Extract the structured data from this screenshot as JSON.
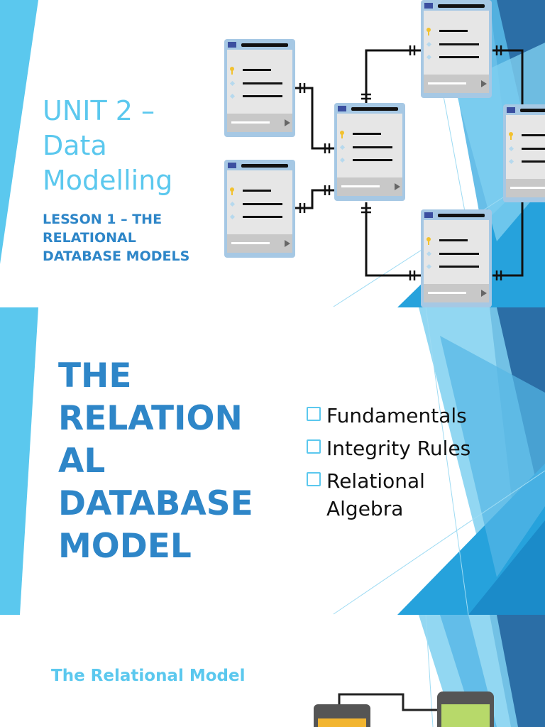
{
  "slide1": {
    "title": "UNIT 2 – Data Modelling",
    "subtitle": "LESSON 1 – THE RELATIONAL DATABASE MODELS",
    "diagram_icon": "er-diagram-tables-icon"
  },
  "slide2": {
    "title": "THE RELATION AL DATABASE MODEL",
    "bullets": [
      {
        "label": "Fundamentals"
      },
      {
        "label": "Integrity Rules"
      },
      {
        "label": "Relational Algebra"
      }
    ],
    "bullet_icon": "checkbox-icon"
  },
  "slide3": {
    "title": "The Relational Model",
    "diagram_icon": "device-connection-icon"
  },
  "colors": {
    "accent_light": "#5bc8ee",
    "accent_dark": "#2e86c8",
    "navy": "#2b6ea6"
  }
}
